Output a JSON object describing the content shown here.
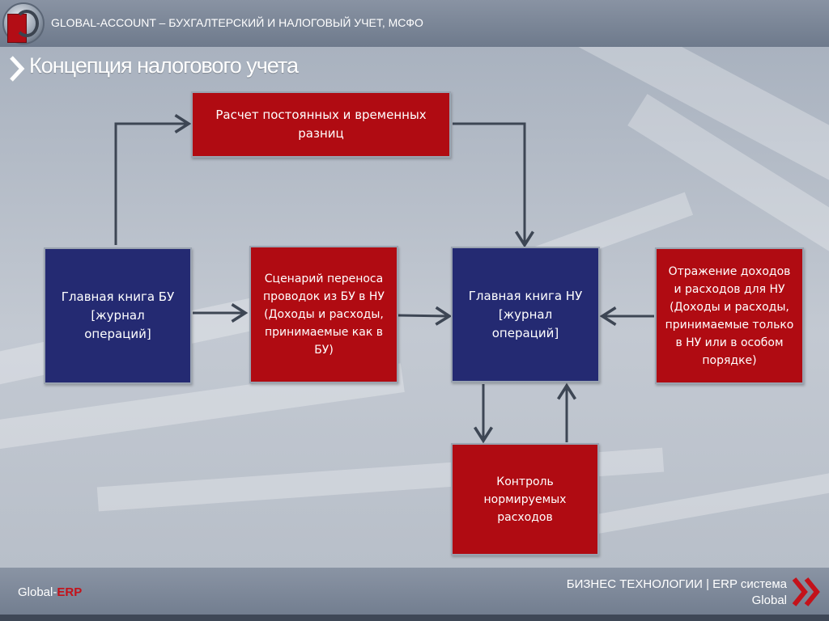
{
  "header": {
    "title": "GLOBAL-ACCOUNT – БУХГАЛТЕРСКИЙ И НАЛОГОВЫЙ УЧЕТ, МСФО"
  },
  "slide": {
    "title": "Концепция налогового учета"
  },
  "diagram": {
    "nodes": {
      "calc": "Расчет постоянных и временных разниц",
      "ledger_bu": "Главная книга БУ\n[журнал\nопераций]",
      "scenario": "Сценарий переноса проводок из БУ в НУ (Доходы и расходы, принимаемые как в БУ)",
      "ledger_nu": "Главная книга НУ\n[журнал\nопераций]",
      "income": "Отражение доходов и расходов  для НУ (Доходы и расходы, принимаемые только в НУ или в особом порядке)",
      "control": "Контроль нормируемых расходов"
    },
    "colors": {
      "red": "#b00b12",
      "blue": "#242a72",
      "arrow": "#3d4654"
    }
  },
  "footer": {
    "brand_prefix": "Global-",
    "brand_suffix": "ERP",
    "text": "БИЗНЕС ТЕХНОЛОГИИ | ERP система\nGlobal"
  }
}
